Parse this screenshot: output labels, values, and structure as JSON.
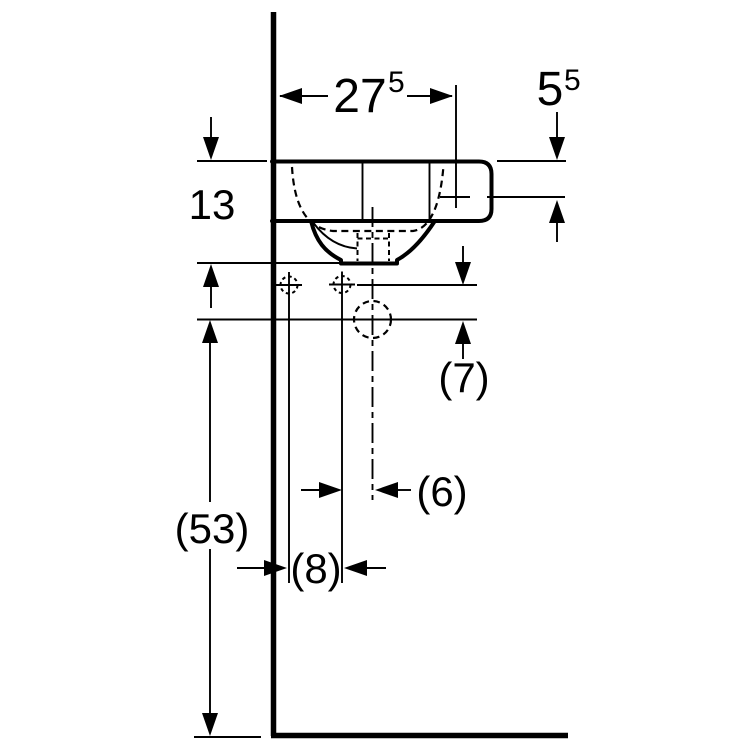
{
  "drawing": {
    "background_color": "#ffffff",
    "line_color": "#000000",
    "labels": {
      "width_dim": {
        "main": "27",
        "sup": "5"
      },
      "tap_offset_dim": {
        "main": "5",
        "sup": "5"
      },
      "height_dim": "13",
      "drain_vertical_dim": "(7)",
      "drain_horizontal_dim": "(6)",
      "fixing_hole_dim": "(8)",
      "drain_height_dim": "(53)"
    }
  }
}
